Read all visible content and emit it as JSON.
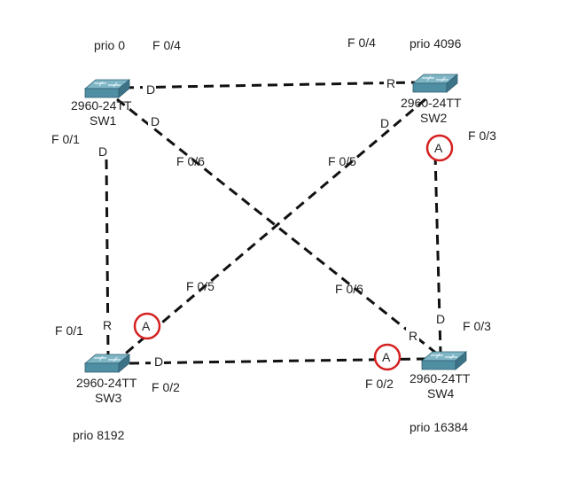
{
  "colors": {
    "background": "#ffffff",
    "link": "#111111",
    "switch_top": "#7fb6c6",
    "switch_front": "#4f8fa4",
    "switch_side": "#3c7386",
    "alt_ring": "#d42020"
  },
  "switches": {
    "sw1": {
      "model": "2960-24TT",
      "name": "SW1",
      "priority": "prio 0",
      "icon": "switch-icon"
    },
    "sw2": {
      "model": "2960-24TT",
      "name": "SW2",
      "priority": "prio 4096",
      "icon": "switch-icon"
    },
    "sw3": {
      "model": "2960-24TT",
      "name": "SW3",
      "priority": "prio 8192",
      "icon": "switch-icon"
    },
    "sw4": {
      "model": "2960-24TT",
      "name": "SW4",
      "priority": "prio 16384",
      "icon": "switch-icon"
    }
  },
  "ports": {
    "sw1_top": "F 0/4",
    "sw2_top": "F 0/4",
    "sw1_left": "F 0/1",
    "sw1_diag": "F 0/6",
    "sw2_diag": "F 0/5",
    "sw2_right": "F 0/3",
    "sw3_diag": "F 0/5",
    "sw4_diag": "F 0/6",
    "sw3_left": "F 0/1",
    "sw4_right": "F 0/3",
    "sw3_bottom": "F 0/2",
    "sw4_bottom": "F 0/2"
  },
  "roles": {
    "sw1_to_sw2": "D",
    "sw2_from_sw1": "R",
    "sw1_to_sw4": "D",
    "sw1_to_sw3": "D",
    "sw2_to_sw3": "D",
    "sw2_to_sw4": "A",
    "sw3_from_sw1": "R",
    "sw3_from_sw2": "A",
    "sw4_from_sw1": "R",
    "sw4_from_sw2": "D",
    "sw3_to_sw4": "D",
    "sw4_from_sw3": "A"
  }
}
